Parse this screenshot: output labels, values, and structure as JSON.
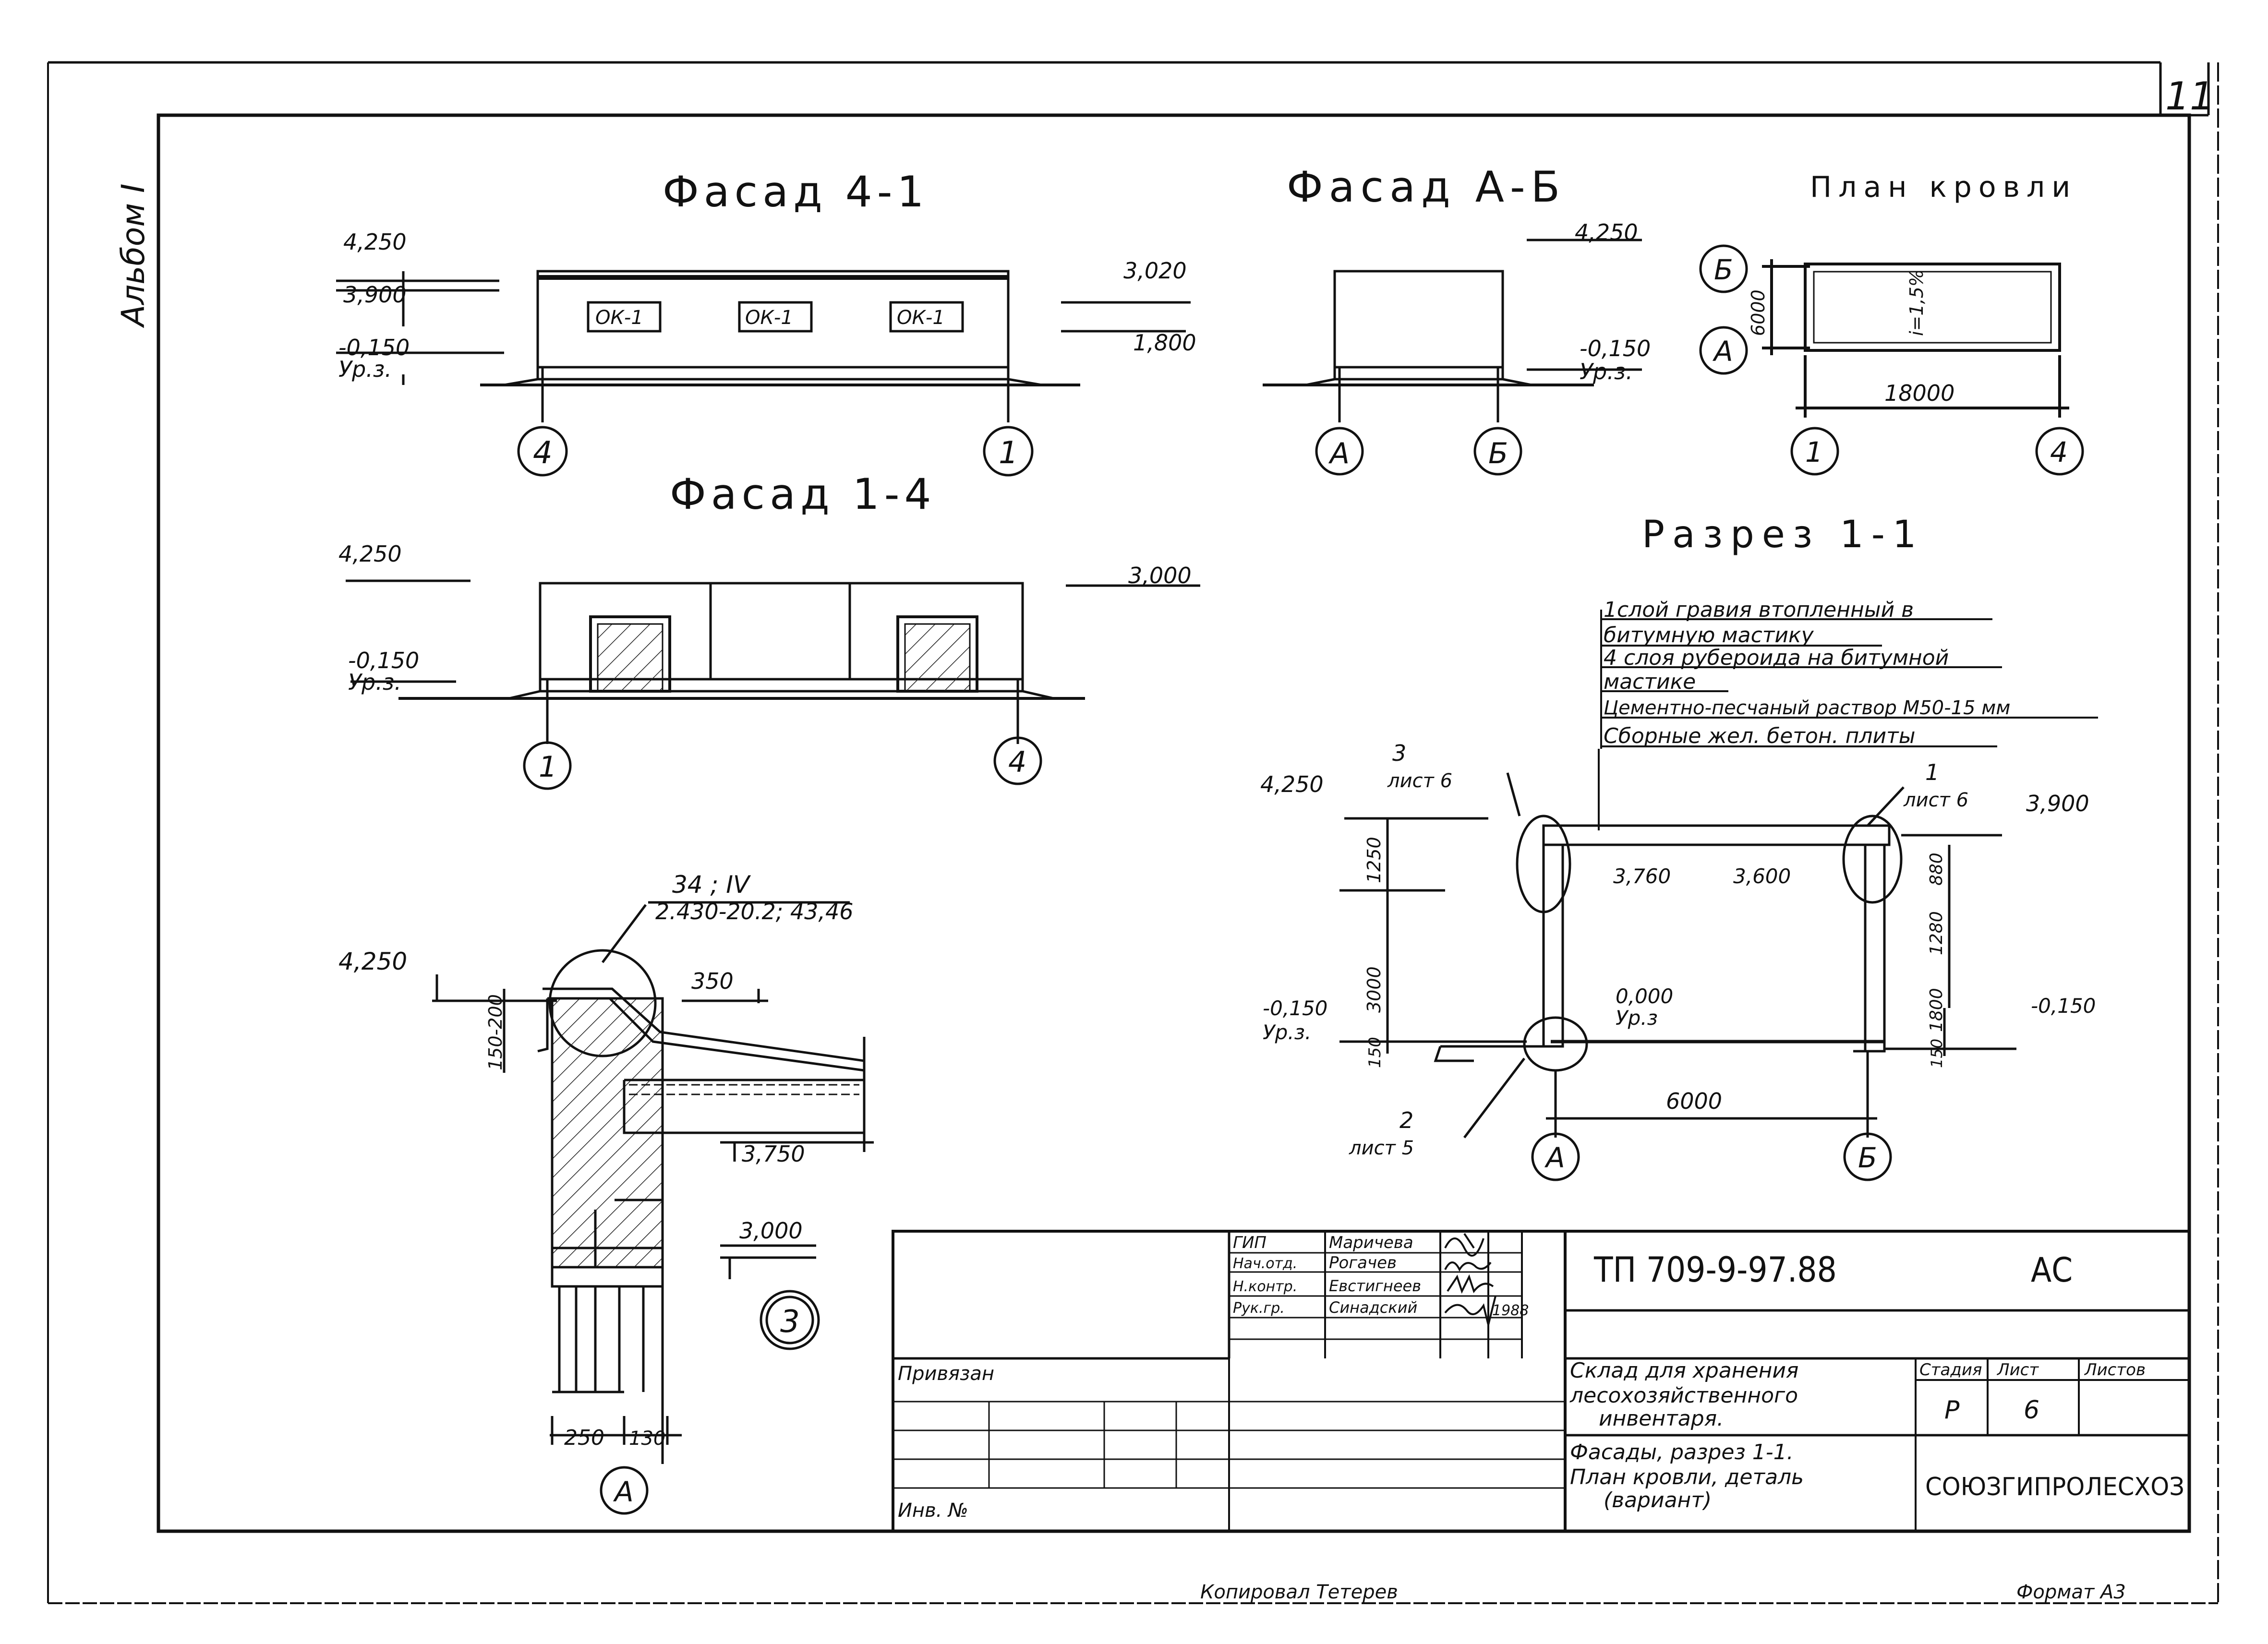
{
  "sheet": {
    "page_number": "11",
    "album": "Альбом I",
    "footer_copied": "Копировал Тетерев",
    "footer_format": "Формат А3"
  },
  "facade41": {
    "title": "Фасад 4-1",
    "levels": [
      "4,250",
      "3,900",
      "-0,150",
      "Ур.з.",
      "3,020",
      "1,800"
    ],
    "windows": [
      "ОК-1",
      "ОК-1",
      "ОК-1"
    ],
    "axes": [
      "4",
      "1"
    ]
  },
  "facadeAB": {
    "title": "Фасад А-Б",
    "levels": [
      "4,250",
      "-0,150",
      "Ур.з."
    ],
    "axes": [
      "А",
      "Б"
    ]
  },
  "roofplan": {
    "title": "План кровли",
    "slope": "i=1,5%",
    "dim_v": "6000",
    "dim_h": "18000",
    "axes_v": [
      "Б",
      "А"
    ],
    "axes_h": [
      "1",
      "4"
    ]
  },
  "facade14": {
    "title": "Фасад 1-4",
    "levels": [
      "4,250",
      "-0,150",
      "Ур.з.",
      "3,000"
    ],
    "axes": [
      "1",
      "4"
    ]
  },
  "section11": {
    "title": "Разрез 1-1",
    "layers": [
      "1слой гравия втопленный в",
      "битумную мастику",
      "4 слоя рубероида на битумной",
      "мастике",
      "Цементно-песчаный раствор М50-15 мм",
      "Сборные жел. бетон. плиты"
    ],
    "levels": [
      "4,250",
      "3,760",
      "3,600",
      "3,900",
      "0,000",
      "Ур.з",
      "-0,150",
      "Ур.з.",
      "-0,150"
    ],
    "dims_left": [
      "1250",
      "3000",
      "150"
    ],
    "dims_right": [
      "880",
      "1280",
      "1800",
      "150"
    ],
    "dim_bottom": "6000",
    "callouts": [
      {
        "num": "3",
        "sheet": "лист 6"
      },
      {
        "num": "1",
        "sheet": "лист 6"
      },
      {
        "num": "2",
        "sheet": "лист 5"
      }
    ],
    "axes": [
      "А",
      "Б"
    ]
  },
  "detail3": {
    "ref1": "34 ; IV",
    "ref2": "2.430-20.2; 43,46",
    "levels": [
      "4,250",
      "3,750",
      "3,000"
    ],
    "dims": [
      "350",
      "150-200",
      "250",
      "130"
    ],
    "mark": "3",
    "axis": "А"
  },
  "titleblock": {
    "code": "ТП 709-9-97.88",
    "mark": "АС",
    "roles": [
      "ГИП",
      "Нач.отд.",
      "Н.контр.",
      "Рук.гр."
    ],
    "names": [
      "Маричева",
      "Рогачев",
      "Евстигнеев",
      "Синадский"
    ],
    "year": "1988",
    "bound": "Привязан",
    "inv": "Инв. №",
    "object": [
      "Склад для хранения",
      "лесохозяйственного",
      "инвентаря."
    ],
    "sheet_title": [
      "Фасады, разрез 1-1.",
      "План кровли, деталь",
      "(вариант)"
    ],
    "col_stage": "Стадия",
    "col_sheet": "Лист",
    "col_sheets": "Листов",
    "stage": "Р",
    "sheet": "6",
    "org": "СОЮЗГИПРОЛЕСХОЗ"
  }
}
